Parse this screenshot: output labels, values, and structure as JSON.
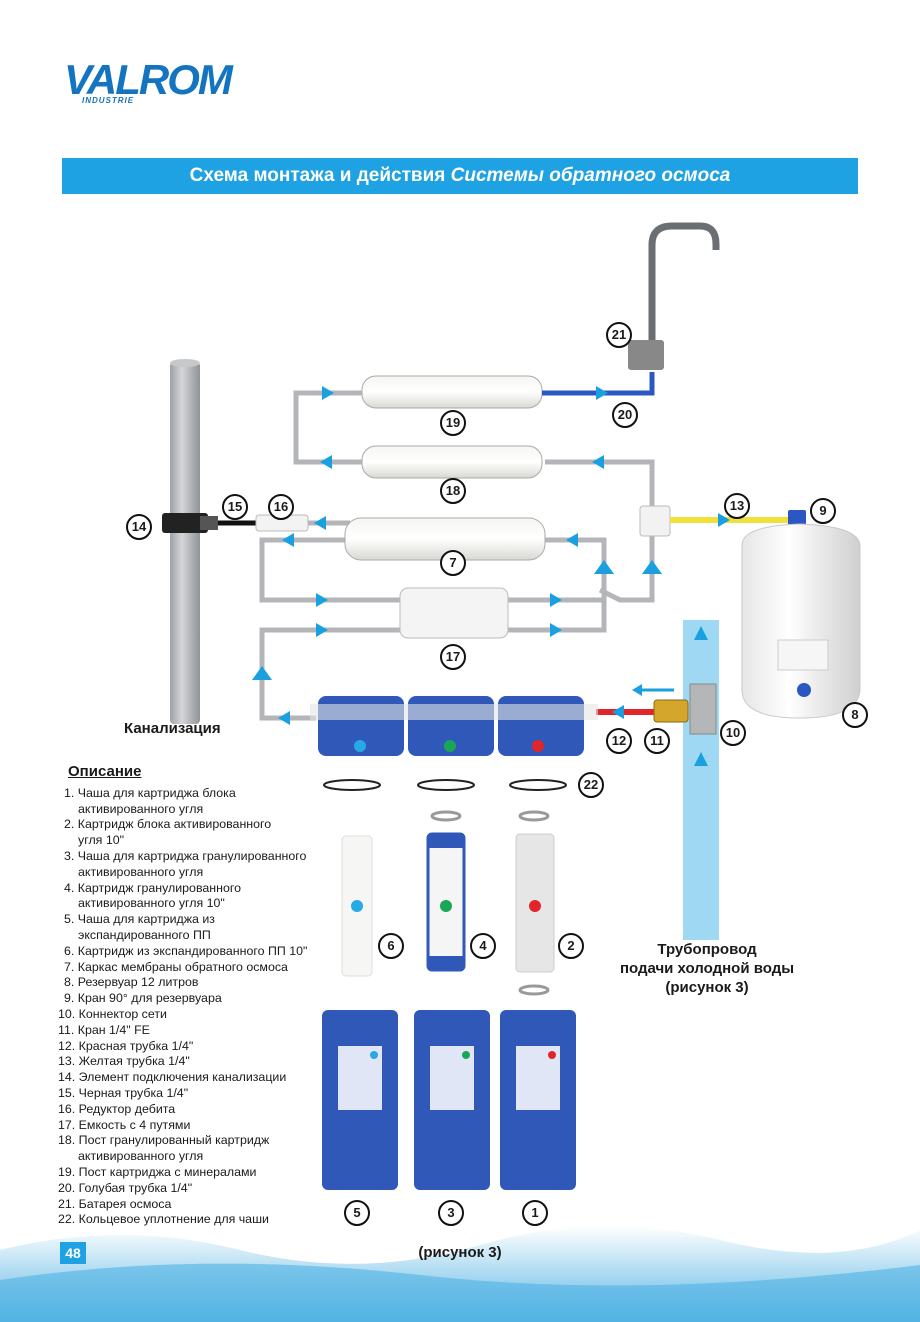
{
  "header": {
    "logo_text": "VALROM",
    "logo_sub": "INDUSTRIE",
    "title_plain": "Схема монтажа и действия ",
    "title_italic": "Системы обратного осмоса"
  },
  "diagram": {
    "sewer_label": "Канализация",
    "pipeline_label_line1": "Трубопровод",
    "pipeline_label_line2": "подачи холодной воды",
    "pipeline_label_line3": "(рисунок 3)",
    "callouts": [
      "21",
      "20",
      "19",
      "18",
      "16",
      "15",
      "14",
      "13",
      "9",
      "7",
      "17",
      "8",
      "10",
      "11",
      "12",
      "22",
      "6",
      "4",
      "2",
      "5",
      "3",
      "1"
    ],
    "colors": {
      "banner": "#1fa2e3",
      "pipe_gray": "#b3b5b8",
      "tube_blue": "#2b57c4",
      "tube_yellow": "#f2e03a",
      "tube_red": "#e0262a",
      "arrow_blue": "#1aa0e0",
      "housing_blue": "#2f58b8",
      "dot_blue": "#27a9e6",
      "dot_green": "#19a655",
      "dot_red": "#e0262a"
    }
  },
  "description": {
    "title": "Описание",
    "items": [
      "1. Чаша для картриджа блока",
      "    активированного угля",
      "2. Картридж блока активированного",
      "    угля 10\"",
      "3. Чаша для картриджа гранулированного",
      "    активированного угля",
      "4. Картридж гранулированного",
      "    активированного угля 10\"",
      "5. Чаша для картриджа из",
      "    экспандированного ПП",
      "6. Картридж из экспандированного ПП 10\"",
      "7. Каркас мембраны обратного осмоса",
      "8. Резервуар 12 литров",
      "9. Кран 90° для резервуара",
      "10. Коннектор сети",
      "11. Кран 1/4\" FE",
      "12. Красная трубка 1/4\"",
      "13. Желтая трубка 1/4\"",
      "14. Элемент подключения канализации",
      "15. Черная трубка 1/4\"",
      "16. Редуктор дебита",
      "17. Емкость с 4 путями",
      "18. Пост гранулированный картридж",
      "    активированного угля",
      "19. Пост картриджа с минералами",
      "20. Голубая трубка 1/4\"",
      "21. Батарея осмоса",
      "22. Кольцевое уплотнение для чаши"
    ]
  },
  "footer": {
    "page_number": "48",
    "caption": "(рисунок 3)"
  }
}
